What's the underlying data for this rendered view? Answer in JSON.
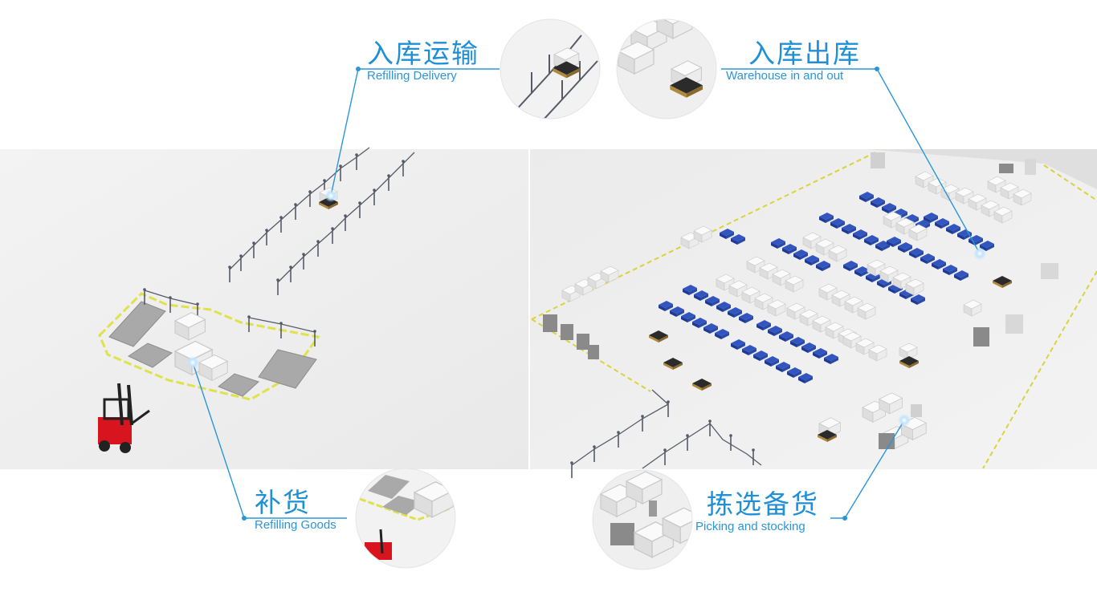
{
  "callouts": {
    "refilling_delivery": {
      "zh": "入库运输",
      "en": "Refilling Delivery"
    },
    "warehouse_in_out": {
      "zh": "入库出库",
      "en": "Warehouse in and out"
    },
    "refilling_goods": {
      "zh": "补货",
      "en": "Refilling Goods"
    },
    "picking_stocking": {
      "zh": "拣选备货",
      "en": "Picking and stocking"
    }
  },
  "colors": {
    "accent": "#1f8fd6",
    "floor": "#f0f0f0",
    "tray_blue": "#2a4db0",
    "safety_yellow": "#e0e24a",
    "forklift_red": "#d8141e"
  },
  "icons": [
    "forklift-icon",
    "agv-robot-icon",
    "robot-arm-icon",
    "barrier-rail-icon"
  ]
}
